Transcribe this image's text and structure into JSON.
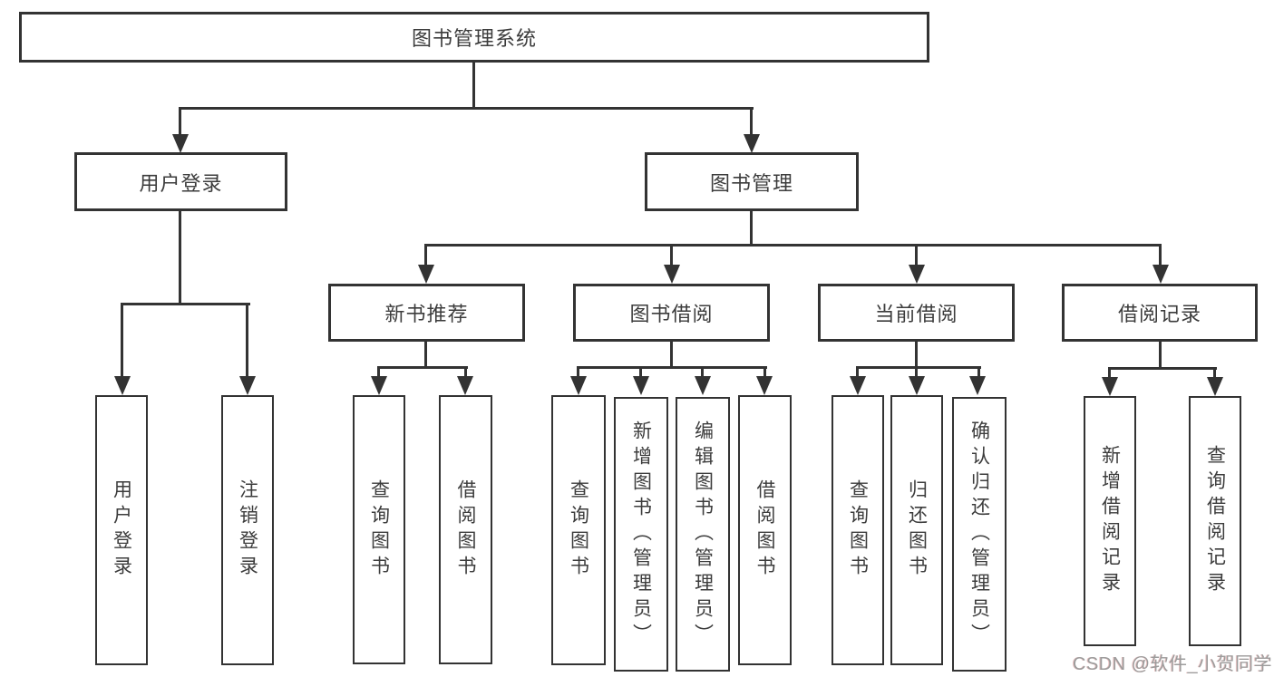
{
  "title": "图书管理系统",
  "tree": {
    "root": {
      "label": "图书管理系统"
    },
    "user": {
      "label": "用户登录",
      "children": [
        "用户登录",
        "注销登录"
      ]
    },
    "mgmt": {
      "label": "图书管理",
      "groups": [
        {
          "label": "新书推荐",
          "children": [
            "查询图书",
            "借阅图书"
          ]
        },
        {
          "label": "图书借阅",
          "children": [
            "查询图书",
            "新增图书（管理员）",
            "编辑图书（管理员）",
            "借阅图书"
          ]
        },
        {
          "label": "当前借阅",
          "children": [
            "查询图书",
            "归还图书",
            "确认归还（管理员）"
          ]
        },
        {
          "label": "借阅记录",
          "children": [
            "新增借阅记录",
            "查询借阅记录"
          ]
        }
      ]
    }
  },
  "watermark": {
    "text": "CSDN @软件_小贺同学",
    "color": "#9c9c9c"
  },
  "colors": {
    "line": "#333333",
    "text": "#3c3c3c",
    "box_fill": "#ffffff",
    "background": "#ffffff"
  }
}
